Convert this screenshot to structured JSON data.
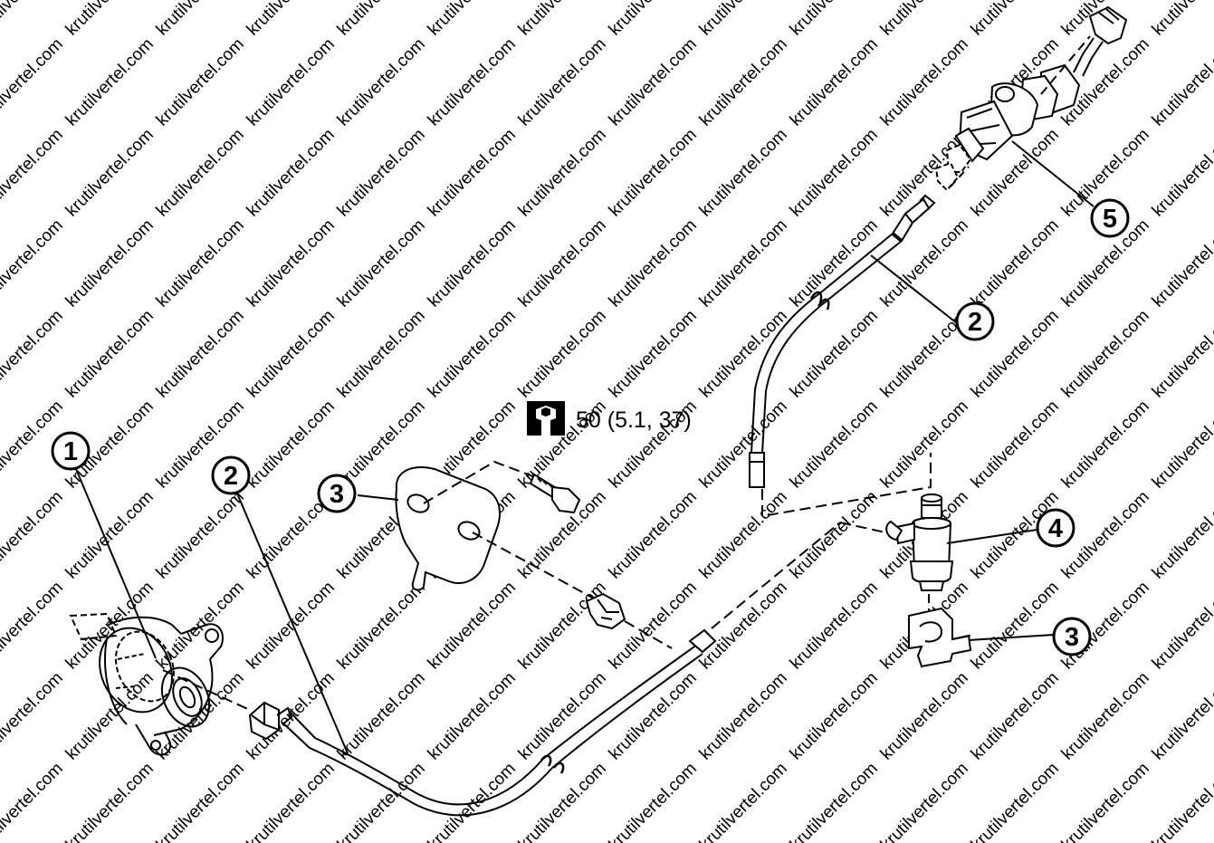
{
  "watermark": {
    "text": "krutilvertel.com"
  },
  "torque_spec": {
    "icon": "torque-wrench-icon",
    "text": "50 (5.1, 37)"
  },
  "callouts": [
    {
      "number": "1"
    },
    {
      "number": "2"
    },
    {
      "number": "3"
    },
    {
      "number": "2"
    },
    {
      "number": "5"
    },
    {
      "number": "4"
    },
    {
      "number": "3"
    }
  ]
}
